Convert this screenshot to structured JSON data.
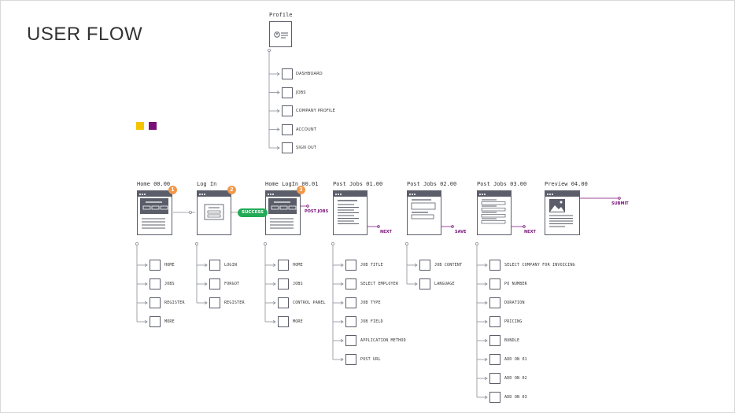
{
  "title": "USER FLOW",
  "legend": {
    "colors": [
      "#f5c400",
      "#7a0f7a"
    ]
  },
  "profile": {
    "label": "Profile",
    "items": [
      "DASHBOARD",
      "JOBS",
      "COMPANY PROFILE",
      "ACCOUNT",
      "SIGN OUT"
    ]
  },
  "screens": [
    {
      "label": "Home 00.00",
      "badge": "1",
      "items": [
        "HOME",
        "JOBS",
        "REGISTER",
        "MORE"
      ]
    },
    {
      "label": "Log In",
      "badge": "2",
      "items": [
        "LOGIN",
        "FORGOT",
        "REGISTER"
      ]
    },
    {
      "label": "Home LogIn 00.01",
      "badge": "3",
      "items": [
        "HOME",
        "JOBS",
        "CONTROL PANEL",
        "MORE"
      ]
    },
    {
      "label": "Post Jobs 01.00",
      "items": [
        "JOB TITLE",
        "SELECT EMPLOYER",
        "JOB TYPE",
        "JOB FIELD",
        "APPLICATION METHOD",
        "POST URL"
      ]
    },
    {
      "label": "Post Jobs 02.00",
      "items": [
        "JOB CONTENT",
        "LANGUAGE"
      ]
    },
    {
      "label": "Post Jobs 03.00",
      "items": [
        "SELECT COMPANY FOR INVOICING",
        "PO NUMBER",
        "DURATION",
        "PRICING",
        "BUNDLE",
        "ADD ON 01",
        "ADD ON 02",
        "ADD ON 03"
      ]
    },
    {
      "label": "Preview 04.00",
      "items": []
    }
  ],
  "connectors": {
    "success": "SUCCESS",
    "post_jobs": "POST JOBS",
    "next1": "NEXT",
    "save": "SAVE",
    "next2": "NEXT",
    "submit": "SUBMIT"
  }
}
